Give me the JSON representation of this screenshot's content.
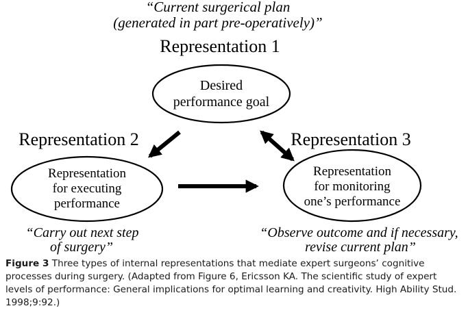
{
  "diagram": {
    "top_quote": {
      "line1": "“Current surgerical plan",
      "line2": "(generated in part pre-operatively)”"
    },
    "rep1": {
      "title": "Representation 1",
      "line1": "Desired",
      "line2": "performance goal"
    },
    "rep2": {
      "title": "Representation 2",
      "line1": "Representation",
      "line2": "for executing",
      "line3": "performance"
    },
    "rep3": {
      "title": "Representation 3",
      "line1": "Representation",
      "line2": "for monitoring",
      "line3": "one’s performance"
    },
    "left_quote": {
      "line1": "“Carry out next step",
      "line2": "of surgery”"
    },
    "right_quote": {
      "line1": "“Observe outcome and if necessary,",
      "line2": "revise current plan”"
    }
  },
  "caption": {
    "label": "Figure 3",
    "text": " Three types of internal representations that mediate expert surgeons’ cognitive processes during surgery. (Adapted from Figure 6, Ericsson KA. The scientific study of expert levels of performance: General implications for optimal learning and creativity. High Ability Stud. 1998;9:92.)"
  }
}
